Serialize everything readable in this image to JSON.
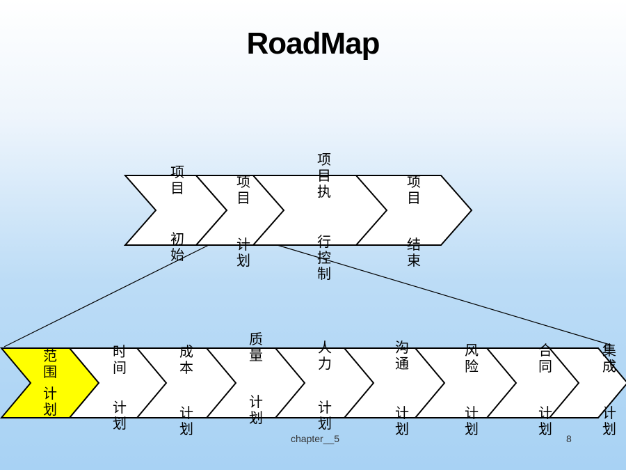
{
  "title": "RoadMap",
  "colors": {
    "highlight": "#ffff00",
    "chevron_fill": "#ffffff",
    "stroke": "#000000"
  },
  "phases": [
    {
      "top": "项目",
      "bottom": "初始"
    },
    {
      "top": "项目",
      "bottom": "计划"
    },
    {
      "top": "项目执",
      "bottom": "行控制"
    },
    {
      "top": "项目",
      "bottom": "结束"
    }
  ],
  "plans": [
    {
      "top": "范围",
      "bottom": "计划",
      "highlight": true
    },
    {
      "top": "时间",
      "bottom": "计划"
    },
    {
      "top": "成本",
      "bottom": "计划"
    },
    {
      "top": "质量",
      "bottom": "计划"
    },
    {
      "top": "人力",
      "bottom": "计划"
    },
    {
      "top": "沟通",
      "bottom": "计划"
    },
    {
      "top": "风险",
      "bottom": "计划"
    },
    {
      "top": "合同",
      "bottom": "计划"
    },
    {
      "top": "集成",
      "bottom": "计划"
    }
  ],
  "footer": {
    "chapter": "chapter__5",
    "page": "8"
  }
}
